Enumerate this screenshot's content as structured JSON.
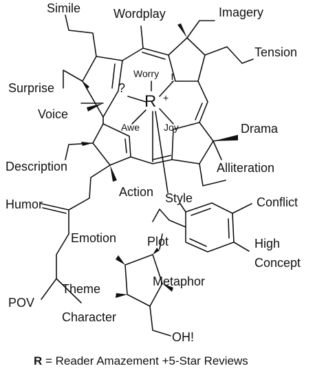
{
  "labels": {
    "simile": "Simile",
    "wordplay": "Wordplay",
    "imagery": "Imagery",
    "tension": "Tension",
    "surprise": "Surprise",
    "voice": "Voice",
    "question": "?",
    "worry": "Worry",
    "exclaim": "!",
    "r_center": "R",
    "plus": "+",
    "awe": "Awe",
    "joy": "Joy",
    "drama": "Drama",
    "description": "Description",
    "alliteration": "Alliteration",
    "action": "Action",
    "style": "Style",
    "conflict": "Conflict",
    "humor": "Humor",
    "emotion": "Emotion",
    "plot": "Plot",
    "high": "High",
    "concept": "Concept",
    "metaphor": "Metaphor",
    "theme": "Theme",
    "pov": "POV",
    "character": "Character",
    "oh": "OH!"
  },
  "caption": {
    "r": "R",
    "text": " = Reader Amazement +5-Star Reviews"
  }
}
